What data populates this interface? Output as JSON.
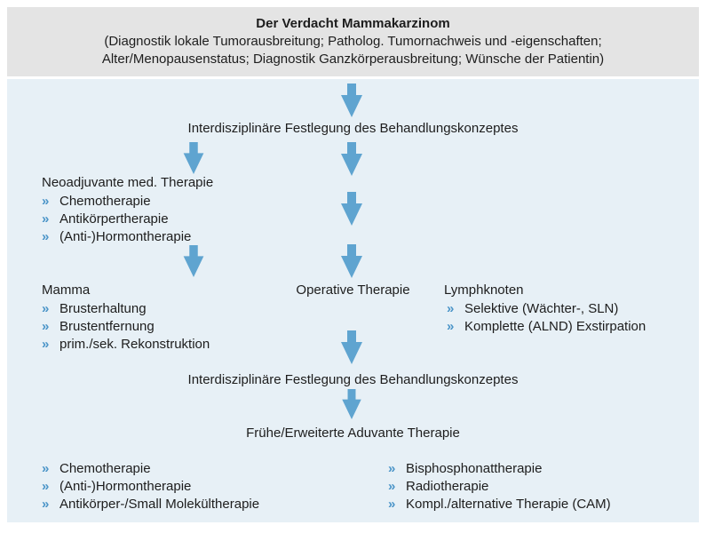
{
  "glyphs": {
    "chevron": "»"
  },
  "colors": {
    "header_bg": "#e4e4e4",
    "body_bg": "#e7f0f6",
    "arrow": "#5fa4d0",
    "chevron": "#4a94c8",
    "text": "#1d1d1d"
  },
  "header": {
    "title": "Der Verdacht Mammakarzinom",
    "subtitle_line1": "(Diagnostik lokale Tumorausbreitung; Patholog. Tumornachweis und -eigenschaften;",
    "subtitle_line2": "Alter/Menopausenstatus; Diagnostik Ganzkörperausbreitung; Wünsche der Patientin)"
  },
  "flow": {
    "interdisciplinary": "Interdisziplinäre Festlegung des Behandlungskonzeptes",
    "neoadjuvant": {
      "title": "Neoadjuvante med. Therapie",
      "items": [
        "Chemotherapie",
        "Antikörpertherapie",
        "(Anti-)Hormontherapie"
      ]
    },
    "mamma": {
      "title": "Mamma",
      "items": [
        "Brusterhaltung",
        "Brustentfernung",
        "prim./sek. Rekonstruktion"
      ]
    },
    "operative": "Operative Therapie",
    "lymph": {
      "title": "Lymphknoten",
      "items": [
        "Selektive (Wächter-, SLN)",
        "Komplette (ALND) Exstirpation"
      ]
    },
    "adjuvant": {
      "title": "Frühe/Erweiterte Aduvante Therapie",
      "left_items": [
        "Chemotherapie",
        "(Anti-)Hormontherapie",
        "Antikörper-/Small Molekültherapie"
      ],
      "right_items": [
        "Bisphosphonattherapie",
        "Radiotherapie",
        "Kompl./alternative Therapie (CAM)"
      ]
    }
  }
}
